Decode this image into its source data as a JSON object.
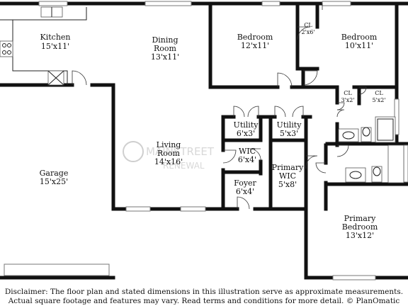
{
  "rooms": {
    "kitchen": {
      "name": "Kitchen",
      "dim": "15'x11'"
    },
    "dining": {
      "name1": "Dining",
      "name2": "Room",
      "dim": "13'x11'"
    },
    "bedroom1": {
      "name": "Bedroom",
      "dim": "12'x11'"
    },
    "closet1": {
      "name": "CL",
      "dim": "2'x6'"
    },
    "bedroom2": {
      "name": "Bedroom",
      "dim": "10'x11'"
    },
    "closet2": {
      "name": "CL",
      "dim": "3'x2'"
    },
    "closet3": {
      "name": "CL",
      "dim": "5'x2'"
    },
    "garage": {
      "name": "Garage",
      "dim": "15'x25'"
    },
    "living": {
      "name1": "Living",
      "name2": "Room",
      "dim": "14'x16'"
    },
    "utility1": {
      "name": "Utility",
      "dim": "6'x3'"
    },
    "utility2": {
      "name": "Utility",
      "dim": "5'x3'"
    },
    "wic": {
      "name": "WIC",
      "dim": "6'x4'"
    },
    "primary_wic": {
      "name1": "Primary",
      "name2": "WIC",
      "dim": "5'x8'"
    },
    "foyer": {
      "name": "Foyer",
      "dim": "6'x4'"
    },
    "primary_bedroom": {
      "name1": "Primary",
      "name2": "Bedroom",
      "dim": "13'x12'"
    }
  },
  "watermark": {
    "line1": "MAINSTREET",
    "line2": "RENEWAL"
  },
  "disclaimer": {
    "line1": "Disclaimer: The floor plan and stated dimensions in this illustration serve as approximate measurements.",
    "line2": "Actual square footage and features may vary. Read terms and conditions for more detail. © PlanOmatic"
  }
}
